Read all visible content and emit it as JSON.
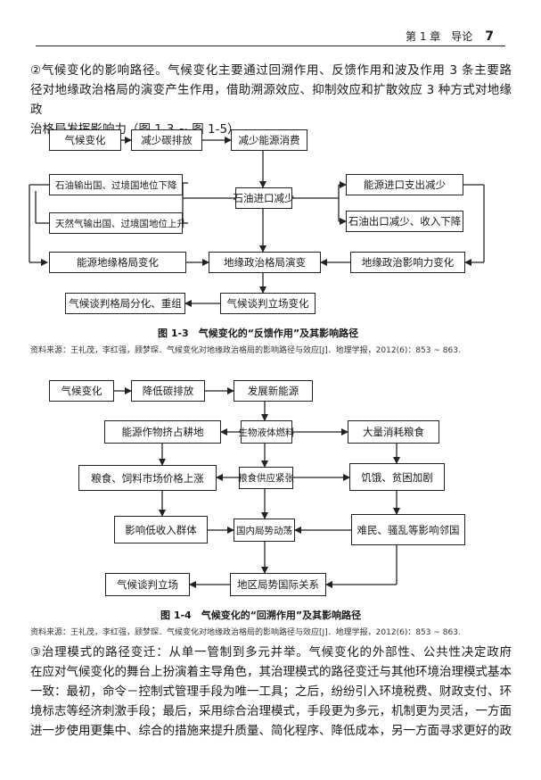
{
  "header": {
    "chapter": "第 1 章　导论",
    "page": "7"
  },
  "intro_para": [
    "②气候变化的影响路径。气候变化主要通过回溯作用、反馈作用和波及作用 3 条主要路",
    "径对地缘政治格局的演变产生作用，借助溯源效应、抑制效应和扩散效应 3 种方式对地缘政",
    "治格局发挥影响力（图 1-3 ~ 图 1-5）。"
  ],
  "fig3": {
    "boxes": {
      "climate": "气候变化",
      "reduce_carbon": "减少碳排放",
      "reduce_energy": "减少能源消费",
      "oil_export_drop": "石油输出国、过境国地位下降",
      "oil_import_drop": "石油进口减少",
      "energy_import_drop": "能源进口支出减少",
      "gas_export_rise": "天然气输出国、过境国地位上升",
      "oil_exit_drop": "石油出口减少、收入下降",
      "energy_geo_change": "能源地缘格局变化",
      "geo_evolve": "地缘政治格局演变",
      "geo_influence_change": "地缘政治影响力变化",
      "negotiation_split": "气候谈判格局分化、重组",
      "negotiation_stance": "气候谈判立场变化"
    },
    "caption": "图 1-3　气候变化的“反馈作用”及其影响路径",
    "source": "资料来源：王礼茂，李红强，顾梦琛．气候变化对地缘政治格局的影响路径与效应[J]．地理学报，2012(6)：853 ~ 863."
  },
  "fig4": {
    "boxes": {
      "climate": "气候变化",
      "lower_carbon": "降低碳排放",
      "new_energy": "发展新能源",
      "crops_land": "能源作物挤占耕地",
      "biofuel": "生物液体燃料",
      "grain_consume": "大量消耗粮食",
      "price_rise": "粮食、饲料市场价格上涨",
      "food_shortage": "粮食供应紧张",
      "hunger": "饥饿、贫困加剧",
      "low_income": "影响低收入群体",
      "unrest": "国内局势动荡",
      "refugees": "难民、骚乱等影响邻国",
      "stance": "气候谈判立场",
      "intl_relations": "地区局势国际关系"
    },
    "caption": "图 1-4　气候变化的“回溯作用”及其影响路径",
    "source": "资料来源：王礼茂，李红强，顾梦琛．气候变化对地缘政治格局的影响路径与效应[J]．地理学报，2012(6)：853 ~ 863."
  },
  "outro_para": [
    "③治理模式的路径变迁：从单一管制到多元并举。气候变化的外部性、公共性决定政府",
    "在应对气候变化的舞台上扮演着主导角色，其治理模式的路径变迁与其他环境治理模式基本",
    "一致：最初，命令－控制式管理手段为唯一工具；之后，纷纷引入环境税费、财政支付、环",
    "境标志等经济刺激手段；最后，采用综合治理模式，手段更为多元，机制更为灵活，一方面",
    "进一步使用更集中、综合的措施来提升质量、简化程序、降低成本，另一方面寻求更好的政"
  ]
}
